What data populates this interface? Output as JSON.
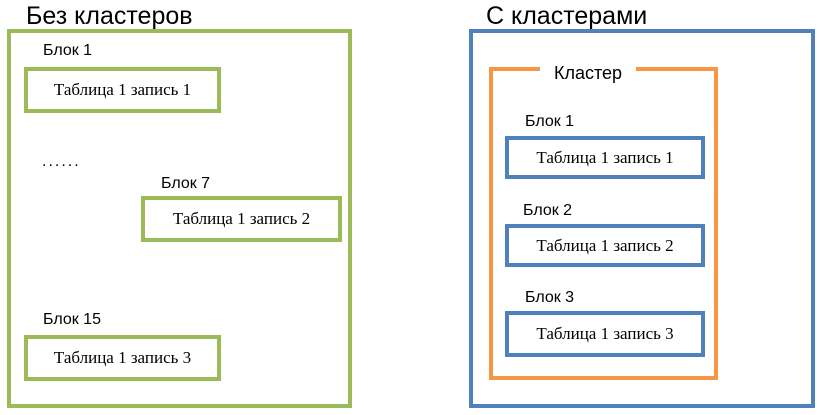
{
  "left": {
    "title": "Без кластеров",
    "blocks": [
      {
        "label": "Блок 1",
        "record": "Таблица 1 запись 1"
      },
      {
        "label": "Блок 7",
        "record": "Таблица 1 запись 2"
      },
      {
        "label": "Блок 15",
        "record": "Таблица 1 запись 3"
      }
    ],
    "ellipsis": "......",
    "color": "#9bbb59"
  },
  "right": {
    "title": "С кластерами",
    "cluster_label": "Кластер",
    "blocks": [
      {
        "label": "Блок 1",
        "record": "Таблица 1 запись 1"
      },
      {
        "label": "Блок 2",
        "record": "Таблица 1 запись 2"
      },
      {
        "label": "Блок 3",
        "record": "Таблица 1 запись 3"
      }
    ],
    "color": "#4f81bd",
    "cluster_color": "#f79646"
  }
}
